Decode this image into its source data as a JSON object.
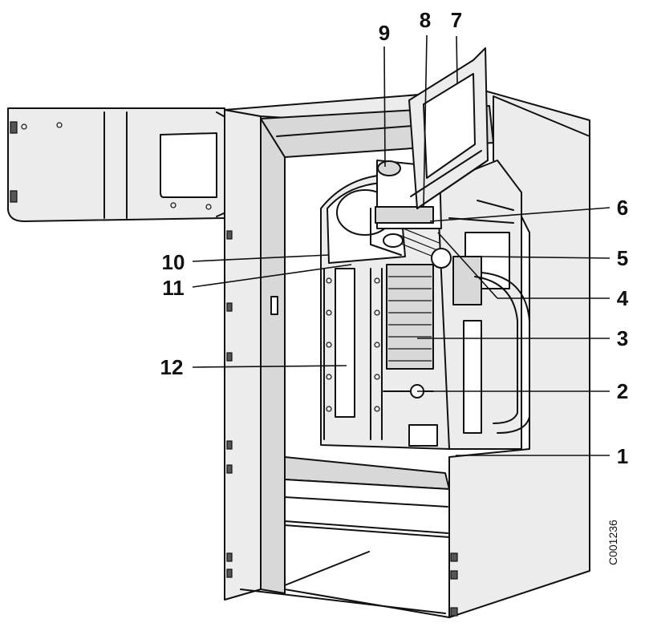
{
  "figure_code": "C001236",
  "callouts": [
    {
      "id": "1",
      "text": "1"
    },
    {
      "id": "2",
      "text": "2"
    },
    {
      "id": "3",
      "text": "3"
    },
    {
      "id": "4",
      "text": "4"
    },
    {
      "id": "5",
      "text": "5"
    },
    {
      "id": "6",
      "text": "6"
    },
    {
      "id": "7",
      "text": "7"
    },
    {
      "id": "8",
      "text": "8"
    },
    {
      "id": "9",
      "text": "9"
    },
    {
      "id": "10",
      "text": "10"
    },
    {
      "id": "11",
      "text": "11"
    },
    {
      "id": "12",
      "text": "12"
    }
  ]
}
